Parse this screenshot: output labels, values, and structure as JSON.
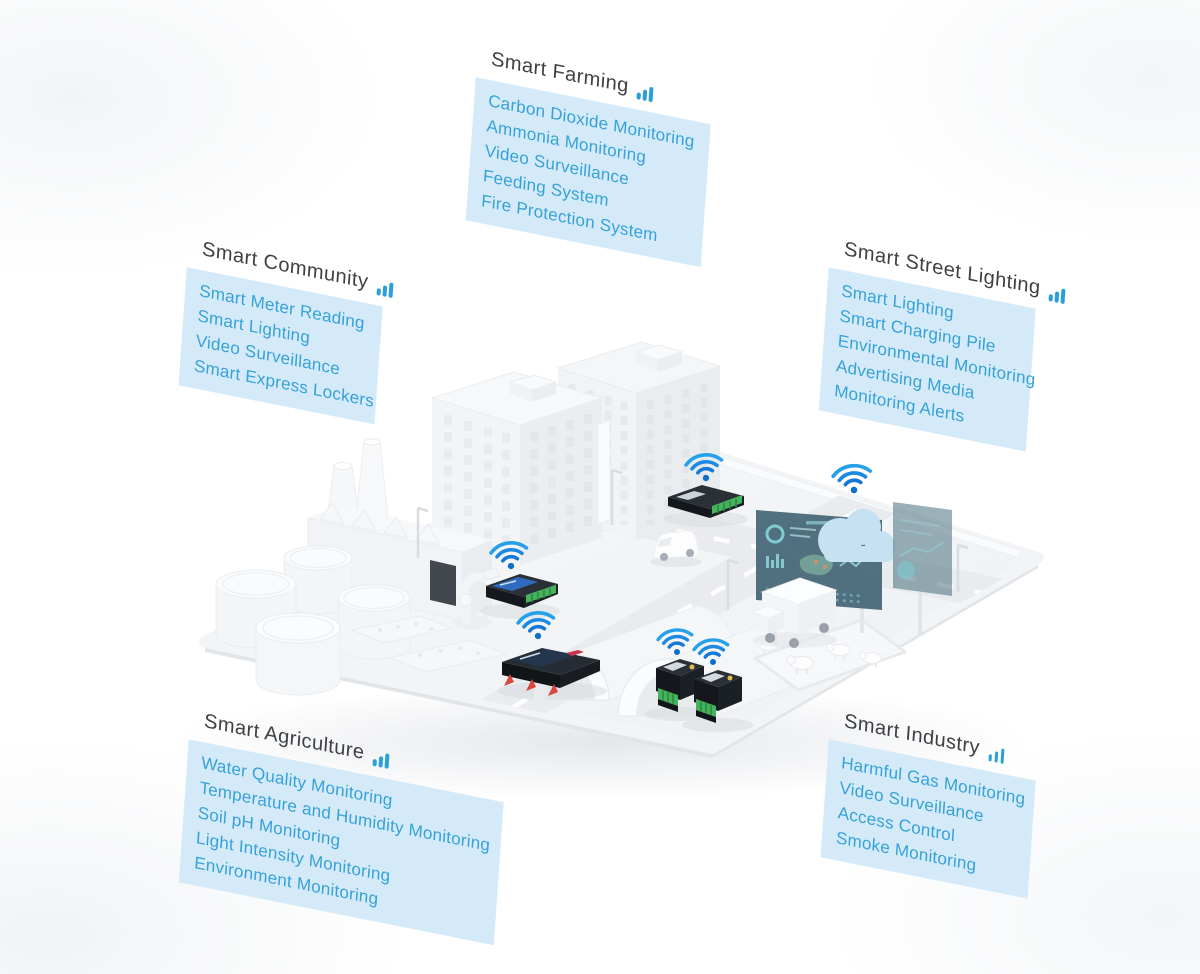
{
  "groups": [
    {
      "id": "smart-farming",
      "title": "Smart Farming",
      "items": [
        "Carbon Dioxide Monitoring",
        "Ammonia Monitoring",
        "Video Surveillance",
        "Feeding System",
        "Fire Protection System"
      ]
    },
    {
      "id": "smart-community",
      "title": "Smart Community",
      "items": [
        "Smart Meter Reading",
        "Smart Lighting",
        "Video Surveillance",
        "Smart Express Lockers"
      ]
    },
    {
      "id": "smart-street-lighting",
      "title": "Smart Street Lighting",
      "items": [
        "Smart Lighting",
        "Smart Charging Pile",
        "Environmental Monitoring",
        "Advertising Media",
        "Monitoring Alerts"
      ]
    },
    {
      "id": "smart-agriculture",
      "title": "Smart Agriculture",
      "items": [
        "Water Quality Monitoring",
        "Temperature and Humidity Monitoring",
        "Soil pH Monitoring",
        "Light Intensity Monitoring",
        "Environment Monitoring"
      ]
    },
    {
      "id": "smart-industry",
      "title": "Smart Industry",
      "items": [
        "Harmful Gas Monitoring",
        "Video Surveillance",
        "Access Control",
        "Smoke Monitoring"
      ]
    }
  ],
  "scene": {
    "icons": [
      "signal-bars-icon",
      "wifi-icon",
      "cloud-icon"
    ],
    "colors": {
      "label_box_bg": "#d5eaf8",
      "label_item_text": "#35a2d8",
      "label_title_text": "#3e4043",
      "signal_bars": "#2b9fd8",
      "wifi_blue": "#1b8ae0",
      "cloud_blue": "#c5e1f2",
      "device_body_black": "#22262b",
      "device_terminal_green": "#45b35c",
      "device_label_blue": "#2f6cc0",
      "router_antenna_red": "#d8453a",
      "billboard_screen_teal": "#3f6272",
      "platform_gray": "#f3f4f6"
    }
  }
}
